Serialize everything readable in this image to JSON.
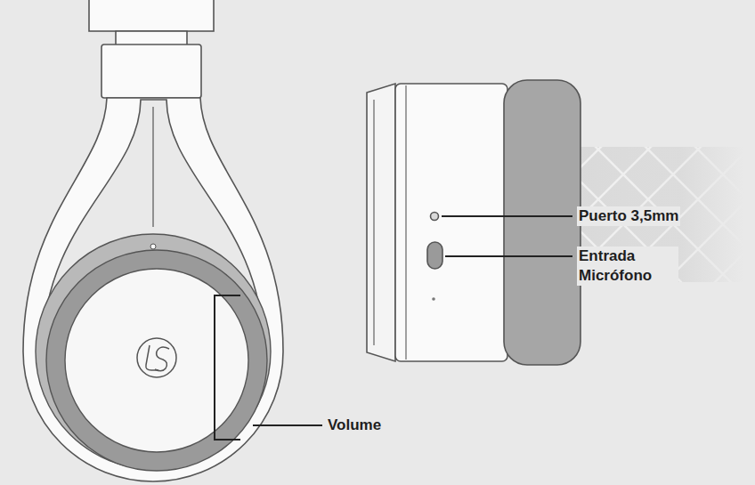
{
  "diagram": {
    "labels": [
      "Volume",
      "Puerto 3,5mm",
      "Entrada Micrófono"
    ]
  }
}
